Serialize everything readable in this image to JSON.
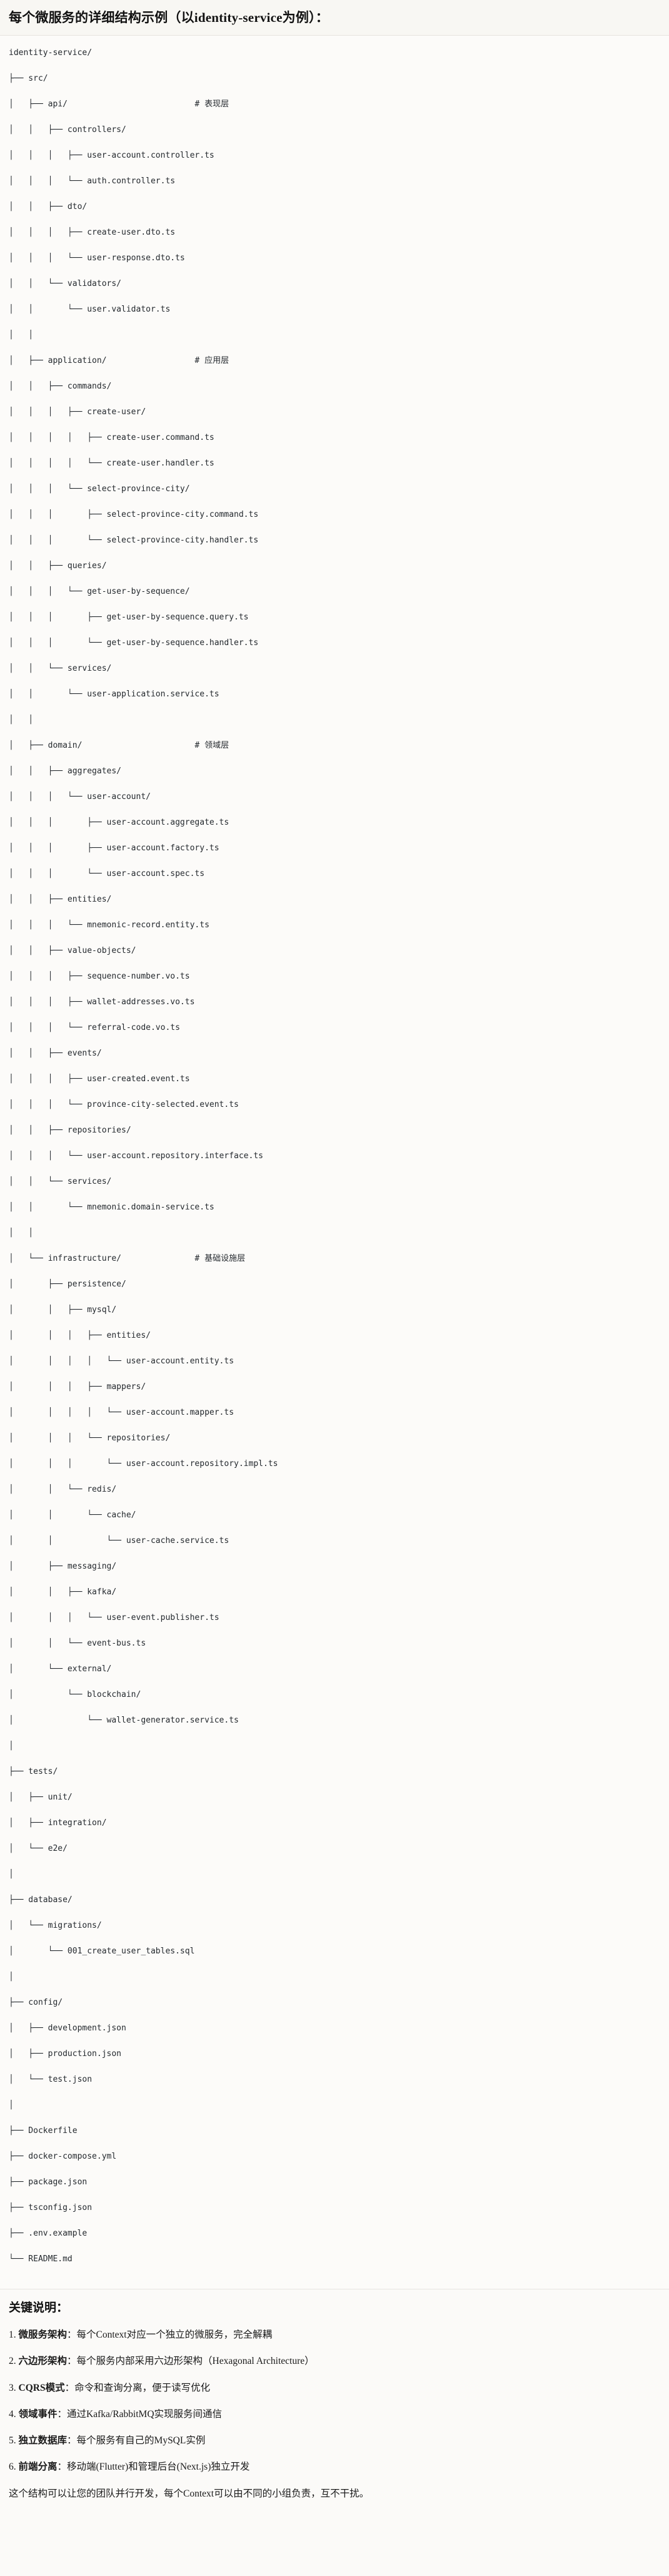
{
  "header": {
    "title": "每个微服务的详细结构示例（以identity-service为例）："
  },
  "tree": {
    "root": "identity-service/",
    "lines": [
      "identity-service/",
      "├── src/",
      "│   ├── api/                          # 表现层",
      "│   │   ├── controllers/",
      "│   │   │   ├── user-account.controller.ts",
      "│   │   │   └── auth.controller.ts",
      "│   │   ├── dto/",
      "│   │   │   ├── create-user.dto.ts",
      "│   │   │   └── user-response.dto.ts",
      "│   │   └── validators/",
      "│   │       └── user.validator.ts",
      "│   │",
      "│   ├── application/                  # 应用层",
      "│   │   ├── commands/",
      "│   │   │   ├── create-user/",
      "│   │   │   │   ├── create-user.command.ts",
      "│   │   │   │   └── create-user.handler.ts",
      "│   │   │   └── select-province-city/",
      "│   │   │       ├── select-province-city.command.ts",
      "│   │   │       └── select-province-city.handler.ts",
      "│   │   ├── queries/",
      "│   │   │   └── get-user-by-sequence/",
      "│   │   │       ├── get-user-by-sequence.query.ts",
      "│   │   │       └── get-user-by-sequence.handler.ts",
      "│   │   └── services/",
      "│   │       └── user-application.service.ts",
      "│   │",
      "│   ├── domain/                       # 领域层",
      "│   │   ├── aggregates/",
      "│   │   │   └── user-account/",
      "│   │   │       ├── user-account.aggregate.ts",
      "│   │   │       ├── user-account.factory.ts",
      "│   │   │       └── user-account.spec.ts",
      "│   │   ├── entities/",
      "│   │   │   └── mnemonic-record.entity.ts",
      "│   │   ├── value-objects/",
      "│   │   │   ├── sequence-number.vo.ts",
      "│   │   │   ├── wallet-addresses.vo.ts",
      "│   │   │   └── referral-code.vo.ts",
      "│   │   ├── events/",
      "│   │   │   ├── user-created.event.ts",
      "│   │   │   └── province-city-selected.event.ts",
      "│   │   ├── repositories/",
      "│   │   │   └── user-account.repository.interface.ts",
      "│   │   └── services/",
      "│   │       └── mnemonic.domain-service.ts",
      "│   │",
      "│   └── infrastructure/               # 基础设施层",
      "│       ├── persistence/",
      "│       │   ├── mysql/",
      "│       │   │   ├── entities/",
      "│       │   │   │   └── user-account.entity.ts",
      "│       │   │   ├── mappers/",
      "│       │   │   │   └── user-account.mapper.ts",
      "│       │   │   └── repositories/",
      "│       │   │       └── user-account.repository.impl.ts",
      "│       │   └── redis/",
      "│       │       └── cache/",
      "│       │           └── user-cache.service.ts",
      "│       ├── messaging/",
      "│       │   ├── kafka/",
      "│       │   │   └── user-event.publisher.ts",
      "│       │   └── event-bus.ts",
      "│       └── external/",
      "│           └── blockchain/",
      "│               └── wallet-generator.service.ts",
      "│",
      "├── tests/",
      "│   ├── unit/",
      "│   ├── integration/",
      "│   └── e2e/",
      "│",
      "├── database/",
      "│   └── migrations/",
      "│       └── 001_create_user_tables.sql",
      "│",
      "├── config/",
      "│   ├── development.json",
      "│   ├── production.json",
      "│   └── test.json",
      "│",
      "├── Dockerfile",
      "├── docker-compose.yml",
      "├── package.json",
      "├── tsconfig.json",
      "├── .env.example",
      "└── README.md"
    ],
    "layer_comments": [
      "# 表现层",
      "# 应用层",
      "# 领域层",
      "# 基础设施层"
    ]
  },
  "notes": {
    "title": "关键说明：",
    "items": [
      {
        "num": "1.",
        "term": "微服务架构",
        "sep": "：",
        "desc": "每个Context对应一个独立的微服务，完全解耦"
      },
      {
        "num": "2.",
        "term": "六边形架构",
        "sep": "：",
        "desc": "每个服务内部采用六边形架构（Hexagonal Architecture）"
      },
      {
        "num": "3.",
        "term": "CQRS模式",
        "sep": "：",
        "desc": "命令和查询分离，便于读写优化"
      },
      {
        "num": "4.",
        "term": "领域事件",
        "sep": "：",
        "desc": "通过Kafka/RabbitMQ实现服务间通信"
      },
      {
        "num": "5.",
        "term": "独立数据库",
        "sep": "：",
        "desc": "每个服务有自己的MySQL实例"
      },
      {
        "num": "6.",
        "term": "前端分离",
        "sep": "：",
        "desc": "移动端(Flutter)和管理后台(Next.js)独立开发"
      }
    ],
    "footer": "这个结构可以让您的团队并行开发，每个Context可以由不同的小组负责，互不干扰。"
  },
  "colors": {
    "page_bg": "#fbfaf8",
    "header_bg": "#f8f7f3",
    "tree_bg": "#fcfbf9",
    "divider": "#e6e4df",
    "text": "#1a1a1a",
    "code_text": "#24292e"
  }
}
